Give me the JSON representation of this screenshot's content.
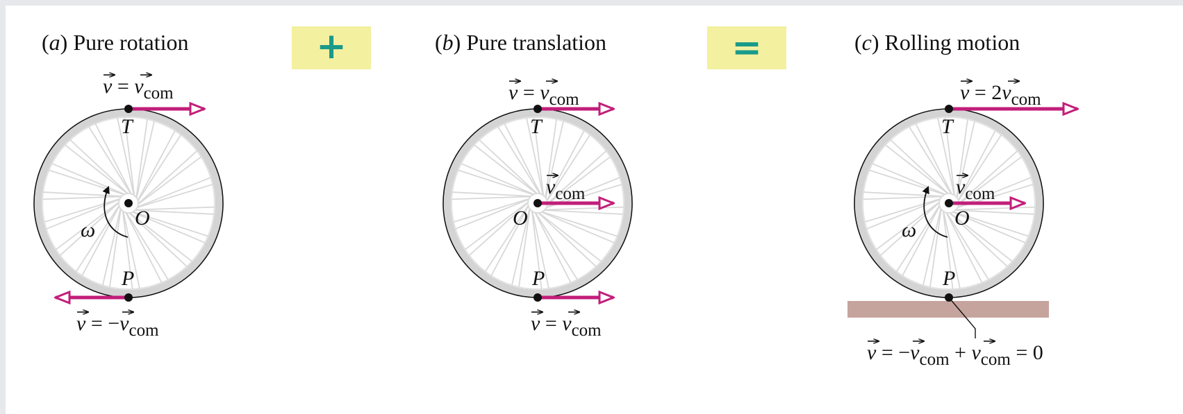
{
  "colors": {
    "arrow": "#c21e7a",
    "ground": "#c6a49e",
    "operator_bg": "#f3f0a0",
    "operator_fg": "#1a9a8a"
  },
  "panel_a": {
    "letter": "a",
    "caption": "Pure rotation",
    "top_label": "T",
    "center_label": "O",
    "bottom_label": "P",
    "omega": "ω",
    "top_v": "v",
    "top_eq": " = ",
    "top_v2": "v",
    "top_sub": "com",
    "bot_v": "v",
    "bot_eq": " = −",
    "bot_v2": "v",
    "bot_sub": "com"
  },
  "plus": "+",
  "panel_b": {
    "letter": "b",
    "caption": "Pure translation",
    "top_label": "T",
    "center_label": "O",
    "bottom_label": "P",
    "top_v": "v",
    "top_eq": " = ",
    "top_v2": "v",
    "top_sub": "com",
    "mid_v": "v",
    "mid_sub": "com",
    "bot_v": "v",
    "bot_eq": " = ",
    "bot_v2": "v",
    "bot_sub": "com"
  },
  "equals": "=",
  "panel_c": {
    "letter": "c",
    "caption": "Rolling motion",
    "top_label": "T",
    "center_label": "O",
    "bottom_label": "P",
    "omega": "ω",
    "top_v": "v",
    "top_eq": " = 2",
    "top_v2": "v",
    "top_sub": "com",
    "mid_v": "v",
    "mid_sub": "com",
    "bot_v": "v",
    "bot_eq1": " = −",
    "bot_v2": "v",
    "bot_sub1": "com",
    "bot_eq2": " + ",
    "bot_v3": "v",
    "bot_sub2": "com",
    "bot_eq3": " = 0"
  }
}
